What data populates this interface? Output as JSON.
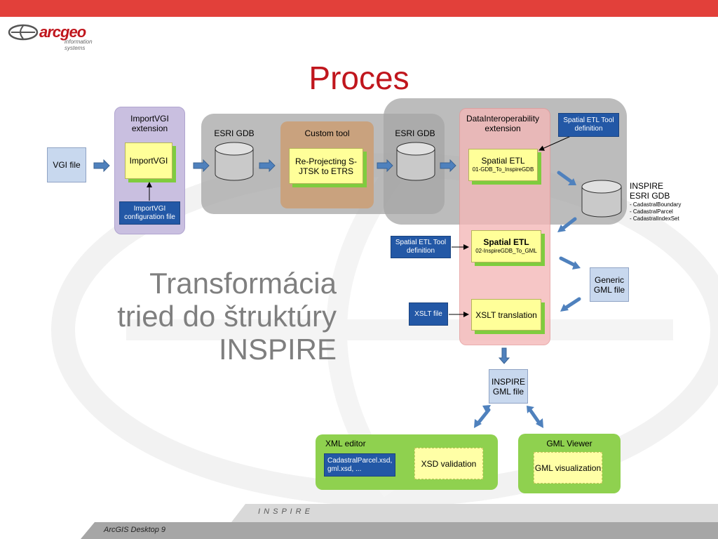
{
  "logo": {
    "name": "arcgeo",
    "sub": "information systems"
  },
  "title": "Proces",
  "heading_lines": [
    "Transformácia",
    "tried do štruktúry",
    "INSPIRE"
  ],
  "nodes": {
    "vgi_file": "VGI file",
    "importvgi_ext": "ImportVGI extension",
    "importvgi": "ImportVGI",
    "importvgi_config": "ImportVGI configuration file",
    "esri_gdb_1": "ESRI GDB",
    "custom_tool": "Custom tool",
    "reprojecting": "Re-Projecting S-JTSK to ETRS",
    "esri_gdb_2": "ESRI GDB",
    "datainterop_ext": "DataInteroperability extension",
    "etl_def_1": "Spatial ETL Tool definition",
    "spatial_etl_1_title": "Spatial ETL",
    "spatial_etl_1_sub": "01-GDB_To_InspireGDB",
    "inspire_gdb_title": "INSPIRE ESRI GDB",
    "inspire_gdb_items": [
      "- CadastralBoundary",
      "- CadastralParcel",
      "- CadastralIndexSet"
    ],
    "etl_def_2": "Spatial ETL Tool definition",
    "spatial_etl_2_title": "Spatial ETL",
    "spatial_etl_2_sub": "02-InspireGDB_To_GML",
    "generic_gml": "Generic GML file",
    "xslt_file": "XSLT file",
    "xslt_translation": "XSLT translation",
    "inspire_gml": "INSPIRE GML file",
    "xml_editor": "XML editor",
    "xsd_files": "CadastralParcel.xsd, gml.xsd, ...",
    "xsd_validation": "XSD validation",
    "gml_viewer": "GML Viewer",
    "gml_visualization": "GML visualization"
  },
  "footer": {
    "band": "I N S P I R E",
    "product": "ArcGIS Desktop 9"
  },
  "colors": {
    "accent": "#e2403a",
    "title": "#c0161d",
    "blue": "#2358a6",
    "green": "#8fd14f",
    "yellow": "#ffff99"
  }
}
